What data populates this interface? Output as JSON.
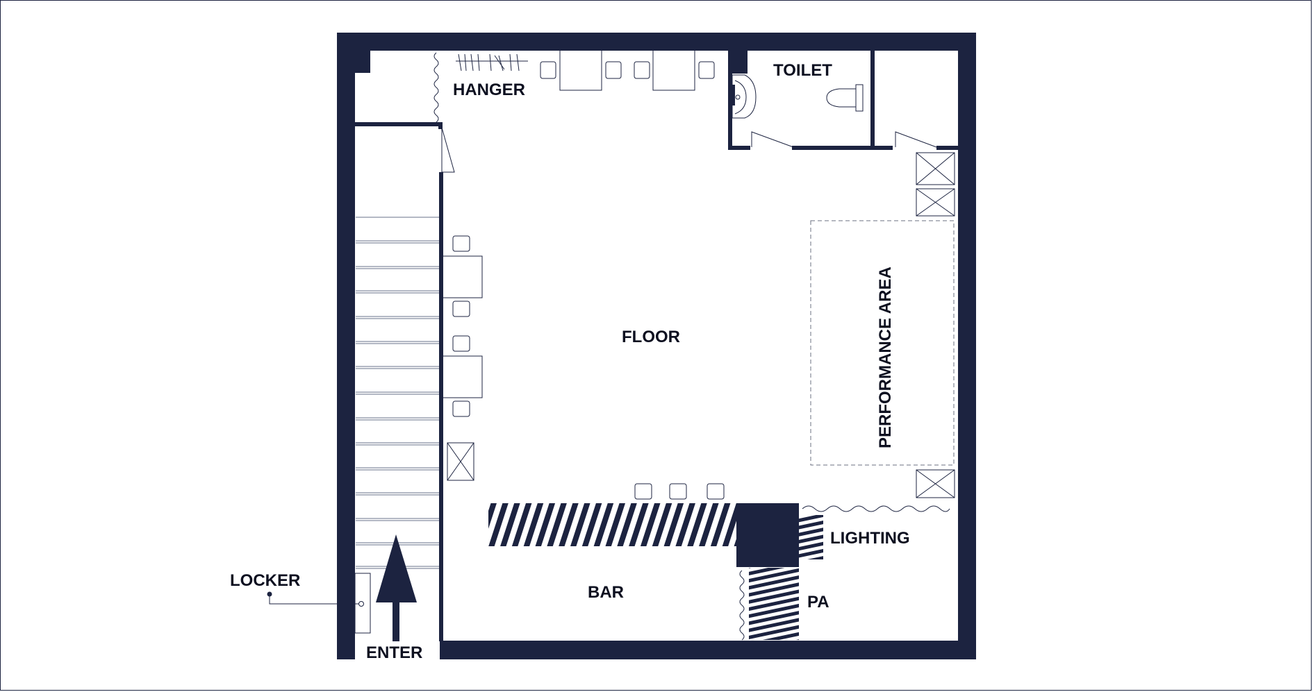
{
  "labels": {
    "hanger": "HANGER",
    "toilet": "TOILET",
    "floor": "FLOOR",
    "performance": "PERFORMANCE AREA",
    "lighting": "LIGHTING",
    "bar": "BAR",
    "pa": "PA",
    "locker": "LOCKER",
    "enter": "ENTER"
  },
  "colors": {
    "wall": "#1c2340",
    "line": "#1c2340",
    "background": "#ffffff",
    "text": "#0d1020"
  }
}
